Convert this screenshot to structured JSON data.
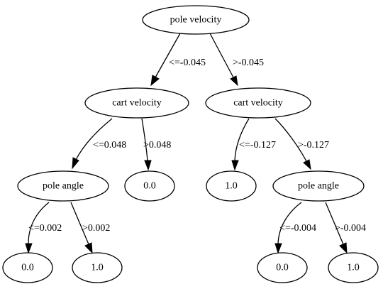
{
  "tree": {
    "nodes": [
      {
        "id": "n0",
        "label": "pole velocity"
      },
      {
        "id": "n1",
        "label": "cart velocity"
      },
      {
        "id": "n2",
        "label": "cart velocity"
      },
      {
        "id": "n3",
        "label": "pole angle"
      },
      {
        "id": "n4",
        "label": "0.0"
      },
      {
        "id": "n5",
        "label": "1.0"
      },
      {
        "id": "n6",
        "label": "pole angle"
      },
      {
        "id": "n7",
        "label": "0.0"
      },
      {
        "id": "n8",
        "label": "1.0"
      },
      {
        "id": "n9",
        "label": "0.0"
      },
      {
        "id": "n10",
        "label": "1.0"
      }
    ],
    "edges": [
      {
        "id": "e0",
        "from": "n0",
        "to": "n1",
        "label": "<=-0.045"
      },
      {
        "id": "e1",
        "from": "n0",
        "to": "n2",
        "label": ">-0.045"
      },
      {
        "id": "e2",
        "from": "n1",
        "to": "n3",
        "label": "<=0.048"
      },
      {
        "id": "e3",
        "from": "n1",
        "to": "n4",
        "label": ">0.048"
      },
      {
        "id": "e4",
        "from": "n2",
        "to": "n5",
        "label": "<=-0.127"
      },
      {
        "id": "e5",
        "from": "n2",
        "to": "n6",
        "label": ">-0.127"
      },
      {
        "id": "e6",
        "from": "n3",
        "to": "n7",
        "label": "<=0.002"
      },
      {
        "id": "e7",
        "from": "n3",
        "to": "n8",
        "label": ">0.002"
      },
      {
        "id": "e8",
        "from": "n6",
        "to": "n9",
        "label": "<=-0.004"
      },
      {
        "id": "e9",
        "from": "n6",
        "to": "n10",
        "label": ">-0.004"
      }
    ]
  }
}
